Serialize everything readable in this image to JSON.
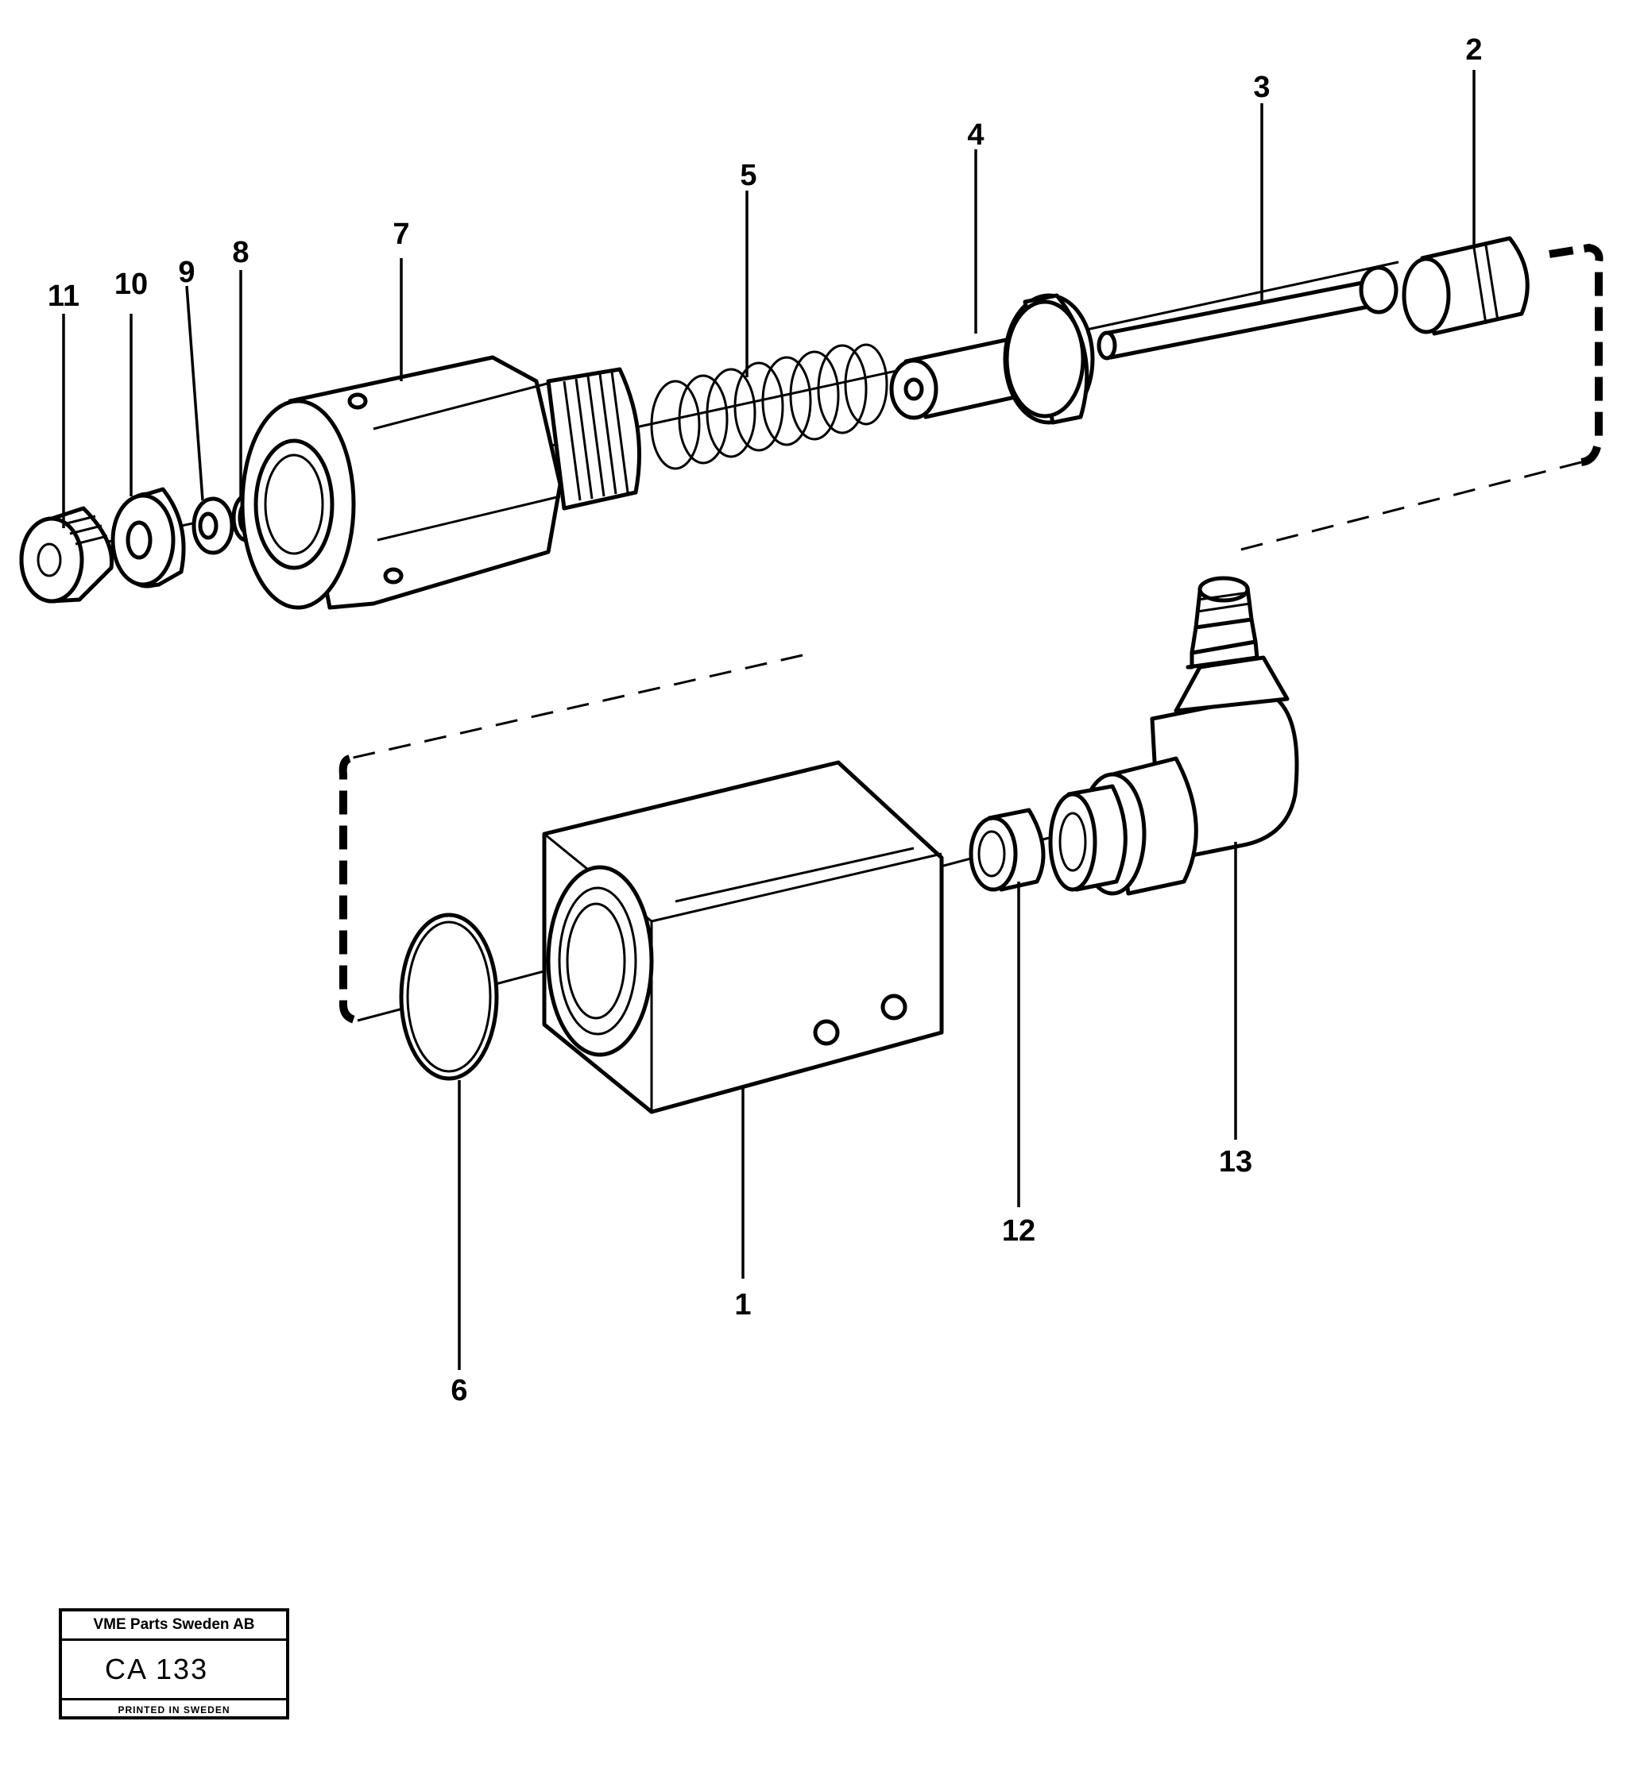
{
  "callouts": {
    "c1": "1",
    "c2": "2",
    "c3": "3",
    "c4": "4",
    "c5": "5",
    "c6": "6",
    "c7": "7",
    "c8": "8",
    "c9": "9",
    "c10": "10",
    "c11": "11",
    "c12": "12",
    "c13": "13"
  },
  "stamp": {
    "company": "VME Parts Sweden AB",
    "code": "CA 133",
    "printed": "PRINTED IN SWEDEN"
  }
}
